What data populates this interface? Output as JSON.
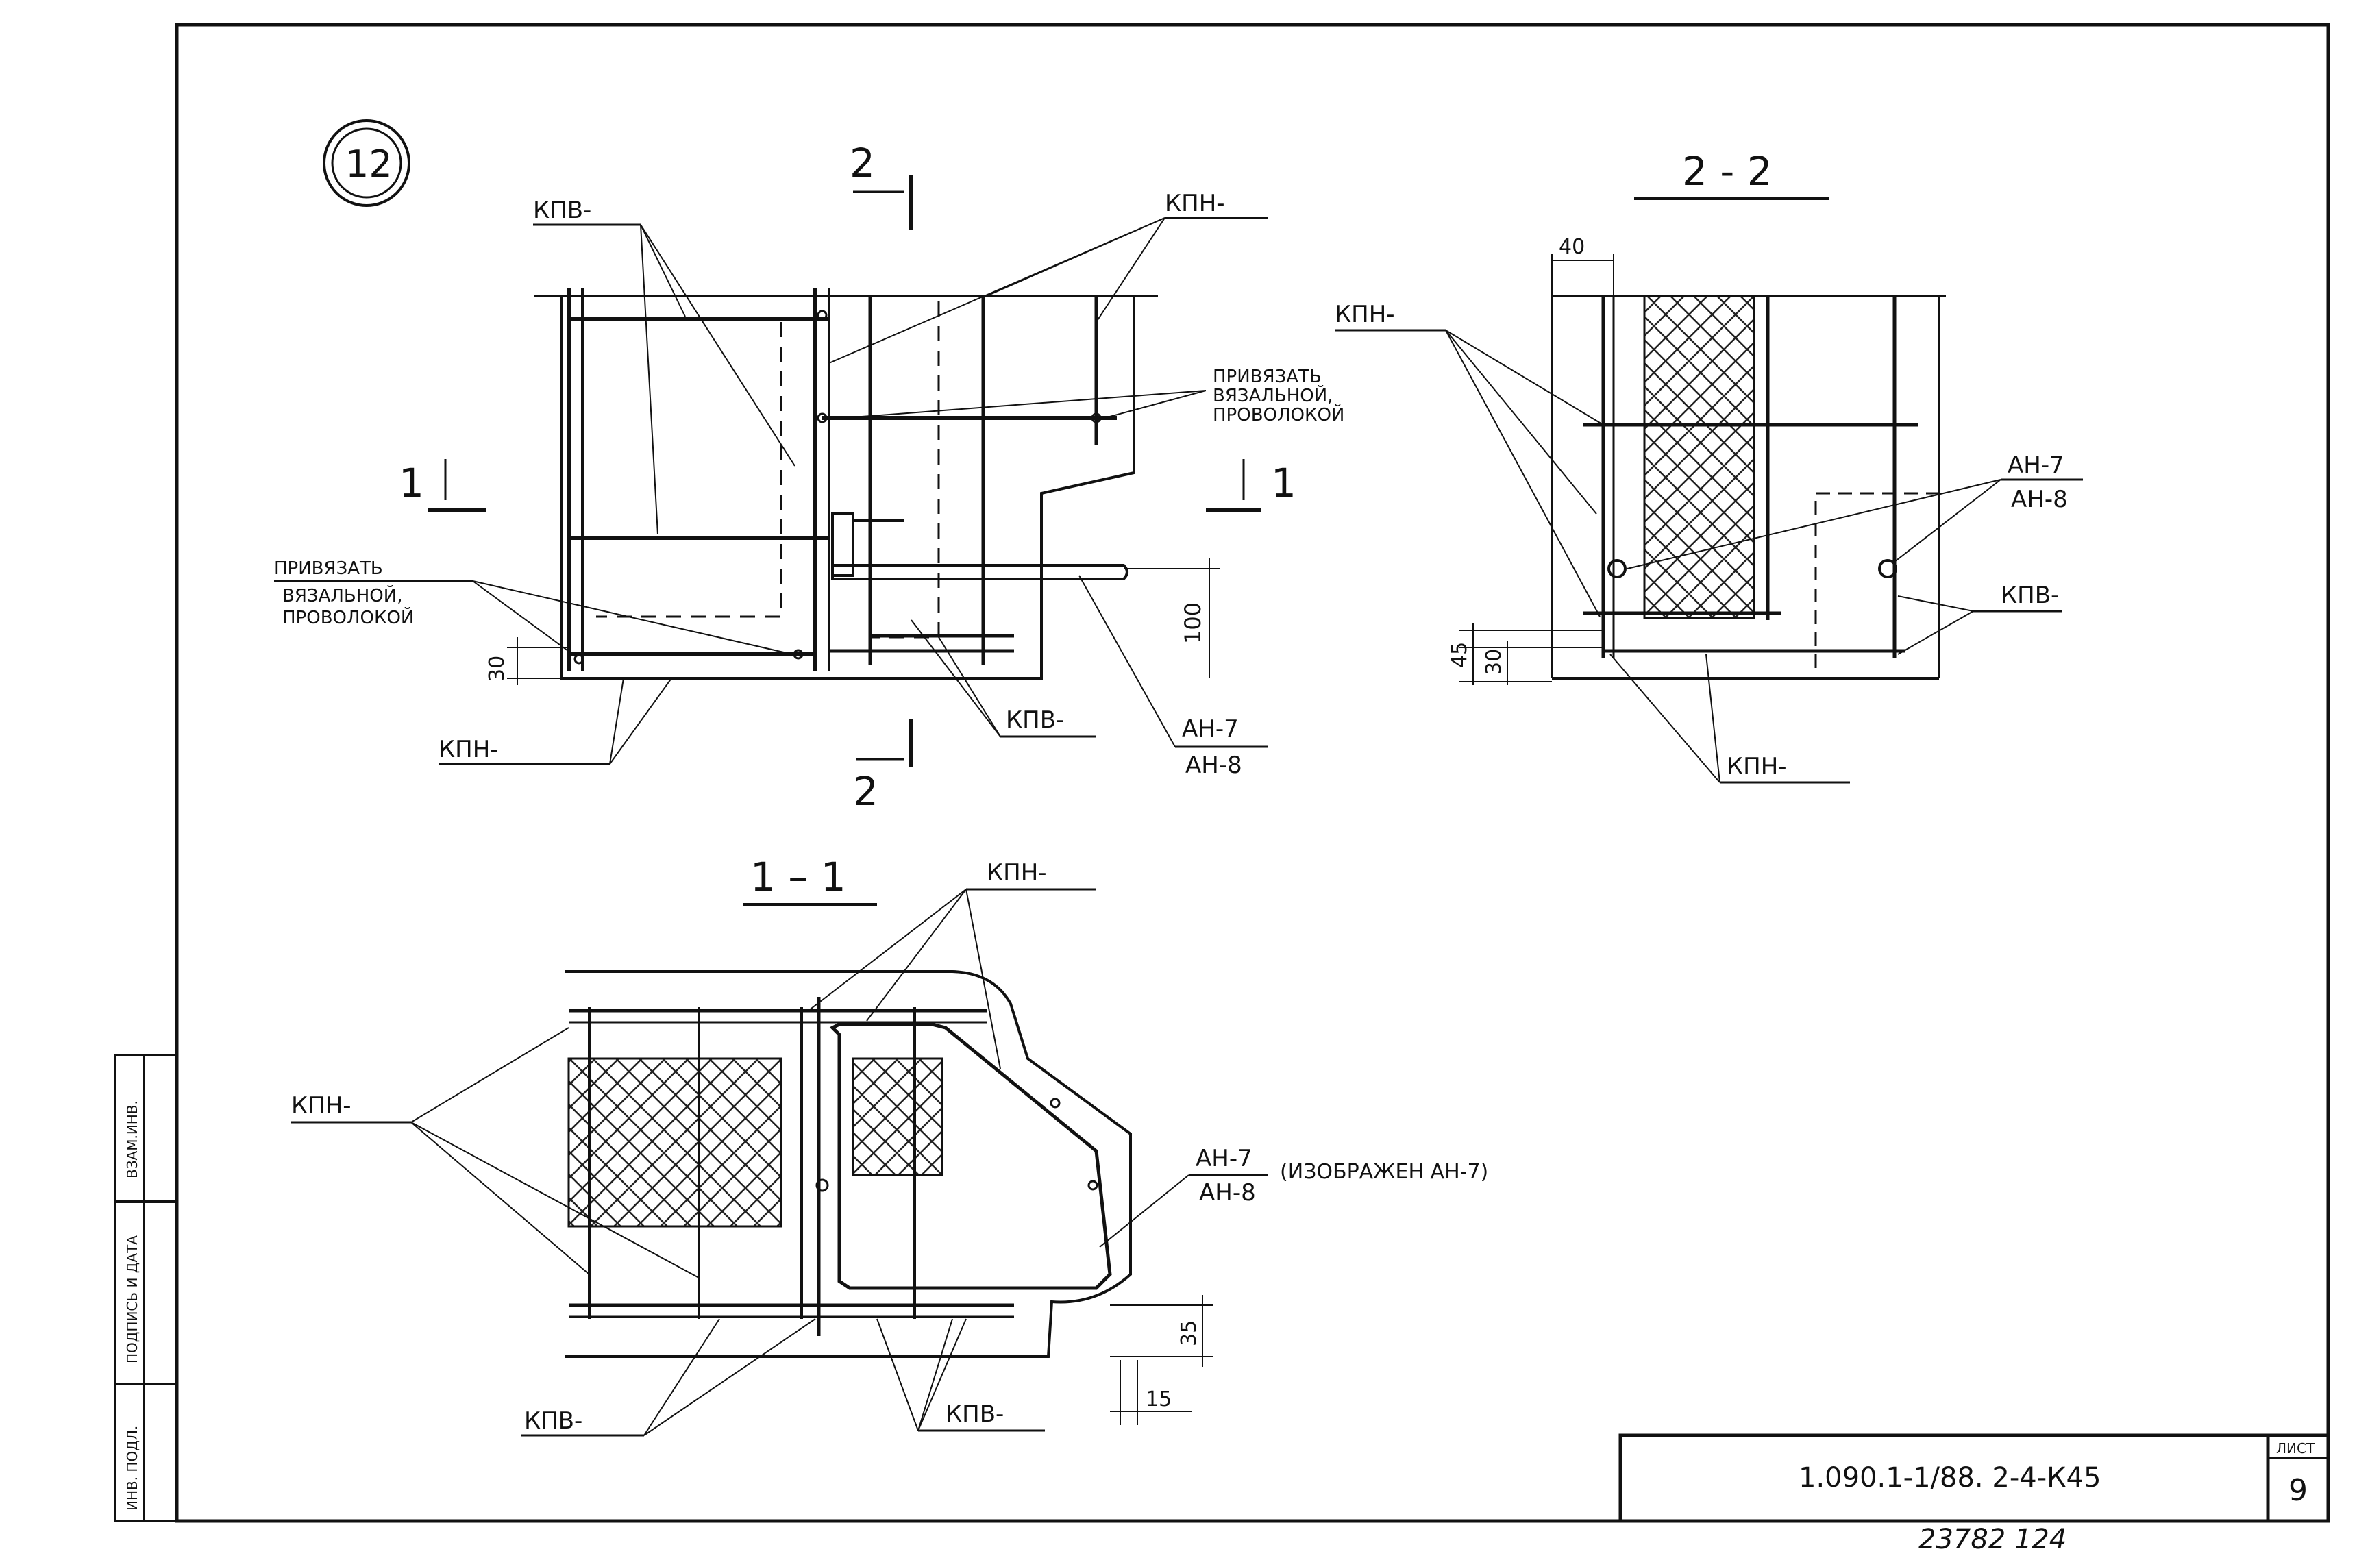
{
  "sheet_marker": "12",
  "views": {
    "main": {
      "labels": {
        "kpv_top": "КПВ-",
        "kpn_top": "КПН-",
        "tie_note_right": [
          "ПРИВЯЗАТЬ",
          "ВЯЗАЛЬНОЙ,",
          "ПРОВОЛОКОЙ"
        ],
        "tie_note_left": [
          "ПРИВЯЗАТЬ",
          "ВЯЗАЛЬНОЙ,",
          "ПРОВОЛОКОЙ"
        ],
        "kpn_bottom": "КПН-",
        "kpv_bottom": "КПВ-",
        "an7": "АН-7",
        "an8": "АН-8"
      },
      "section_2_top": "2",
      "section_2_bottom": "2",
      "section_1_left": "1",
      "section_1_right": "1",
      "dims": {
        "d30": "30",
        "d100": "100"
      }
    },
    "section_22": {
      "title": "2 - 2",
      "labels": {
        "kpn_top": "КПН-",
        "an7": "АН-7",
        "an8": "АН-8",
        "kpv": "КПВ-",
        "kpn_bottom": "КПН-"
      },
      "dims": {
        "d40": "40",
        "d45": "45",
        "d30": "30"
      }
    },
    "section_11": {
      "title": "1 – 1",
      "labels": {
        "kpn_top": "КПН-",
        "kpn_left": "КПН-",
        "an7": "АН-7",
        "an8": "АН-8",
        "note": "(ИЗОБРАЖЕН АН-7)",
        "kpv_left": "КПВ-",
        "kpv_right": "КПВ-"
      },
      "dims": {
        "d35": "35",
        "d15": "15"
      }
    }
  },
  "side_stamp": [
    "ИНВ. ПОДЛ.",
    "ПОДПИСЬ И ДАТА",
    "ВЗАМ.ИНВ."
  ],
  "title_block": {
    "doc_code": "1.090.1-1/88. 2-4-К45",
    "sheet_label": "ЛИСТ",
    "sheet_no": "9"
  },
  "archive_no": "23782  124"
}
